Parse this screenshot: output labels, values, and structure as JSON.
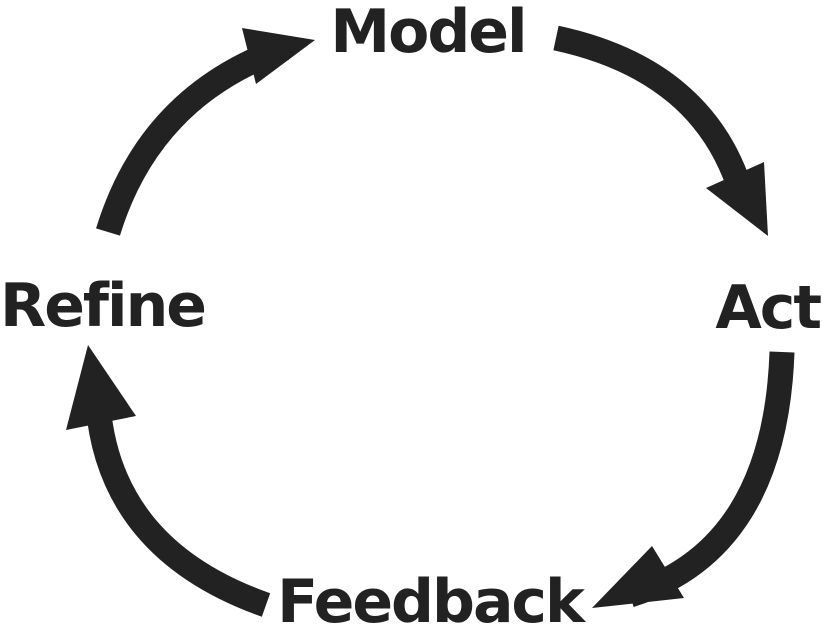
{
  "diagram": {
    "color": "#222222",
    "background": "#ffffff",
    "nodes": [
      {
        "id": "model",
        "label": "Model"
      },
      {
        "id": "act",
        "label": "Act"
      },
      {
        "id": "feedback",
        "label": "Feedback"
      },
      {
        "id": "refine",
        "label": "Refine"
      }
    ],
    "edges": [
      {
        "from": "refine",
        "to": "model"
      },
      {
        "from": "model",
        "to": "act"
      },
      {
        "from": "act",
        "to": "feedback"
      },
      {
        "from": "feedback",
        "to": "refine"
      }
    ]
  }
}
